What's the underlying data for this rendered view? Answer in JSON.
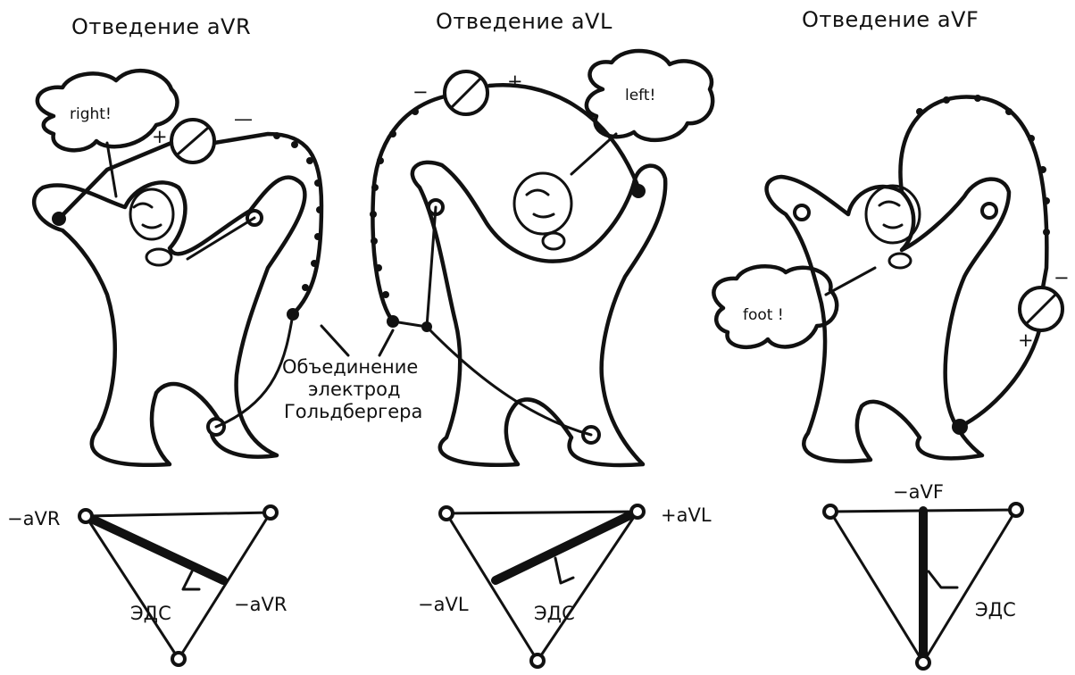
{
  "panels": [
    {
      "title": "Отведение aVR",
      "speech": "right!",
      "meter_pos": "+",
      "meter_neg": "—",
      "tri_label_a": "−aVR",
      "tri_label_b": "−aVR",
      "emf": "ЭДС"
    },
    {
      "title": "Отведение aVL",
      "speech": "left!",
      "meter_pos": "+",
      "meter_neg": "−",
      "tri_label_a": "+aVL",
      "tri_label_b": "−aVL",
      "emf": "ЭДС"
    },
    {
      "title": "Отведение aVF",
      "speech": "foot !",
      "meter_pos": "+",
      "meter_neg": "−",
      "tri_label_a": "−aVF",
      "emf": "ЭДС"
    }
  ],
  "center_caption": {
    "line1": "Объединение",
    "line2": "электрод",
    "line3": "Гольдбергера"
  }
}
